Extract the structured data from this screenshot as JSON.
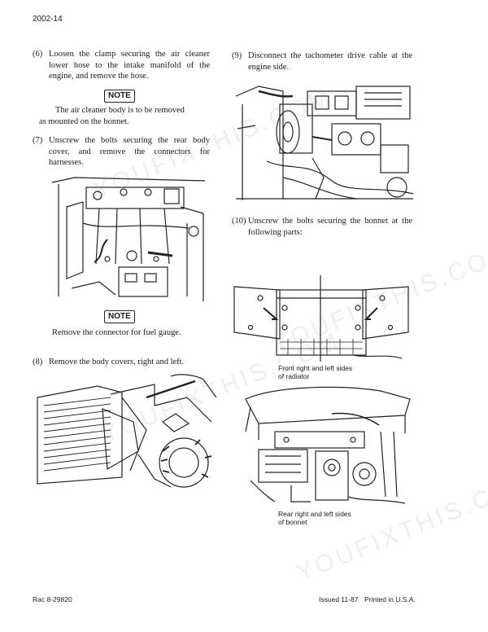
{
  "header": {
    "page_number": "2002-14"
  },
  "left_column": {
    "step6": {
      "number": "(6)",
      "text": "Loosen the clamp securing the air cleaner lower hose to the intake manifold of the engine, and remove the hose."
    },
    "note1": {
      "label": "NOTE",
      "text_line1": "The air cleaner body is to be removed",
      "text_line2": "as mounted on the bonnet."
    },
    "step7": {
      "number": "(7)",
      "text": "Unscrew the bolts securing the rear body cover, and remove the connectors for harnesses."
    },
    "note2": {
      "label": "NOTE",
      "text": "Remove the connector for fuel gauge."
    },
    "step8": {
      "number": "(8)",
      "text": "Remove the body covers, right and left."
    }
  },
  "right_column": {
    "step9": {
      "number": "(9)",
      "text": "Disconnect the tachometer drive cable at the engine side."
    },
    "step10": {
      "number": "(10)",
      "text": "Unscrew the bolts securing the bonnet at the following parts:"
    },
    "caption_front_line1": "Front right and left sides",
    "caption_front_line2": "of radiator",
    "caption_rear_line1": "Rear right and left sides",
    "caption_rear_line2": "of bonnet"
  },
  "footer": {
    "ref": "Rac 8-29820",
    "issued": "Issued 11-87",
    "printed": "Printed in U.S.A."
  },
  "watermark": {
    "text": "YOUFIXTHIS.COM"
  }
}
